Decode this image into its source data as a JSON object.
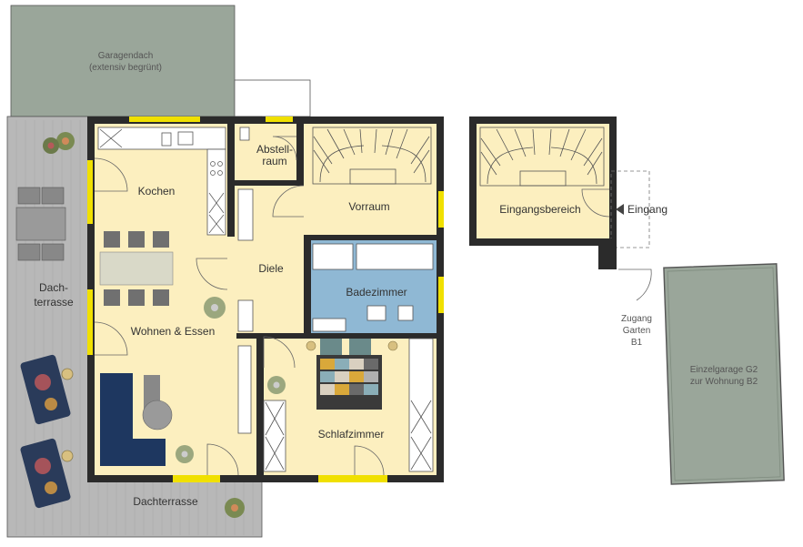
{
  "colors": {
    "living_fill": "#fcefbf",
    "bath_fill": "#8fb8d4",
    "garage_fill": "#9aa69a",
    "terrace_fill": "#b8b8b8",
    "window_yellow": "#f0e000",
    "wall": "#2b2b2b",
    "sofa": "#1e3760"
  },
  "rooms": {
    "garagendach_line1": "Garagendach",
    "garagendach_line2": "(extensiv begrünt)",
    "kochen": "Kochen",
    "abstellraum_line1": "Abstell-",
    "abstellraum_line2": "raum",
    "vorraum": "Vorraum",
    "diele": "Diele",
    "badezimmer": "Badezimmer",
    "wohnen_essen": "Wohnen & Essen",
    "schlafzimmer": "Schlafzimmer",
    "dachterrasse_side_line1": "Dach-",
    "dachterrasse_side_line2": "terrasse",
    "dachterrasse_bottom": "Dachterrasse",
    "eingangsbereich": "Eingangsbereich",
    "eingang": "Eingang",
    "zugang_line1": "Zugang",
    "zugang_line2": "Garten",
    "zugang_line3": "B1",
    "garage_line1": "Einzelgarage G2",
    "garage_line2": "zur Wohnung B2"
  },
  "icons": [
    "plant-icon",
    "stair-icon",
    "entrance-arrow-icon",
    "door-swing-icon"
  ]
}
